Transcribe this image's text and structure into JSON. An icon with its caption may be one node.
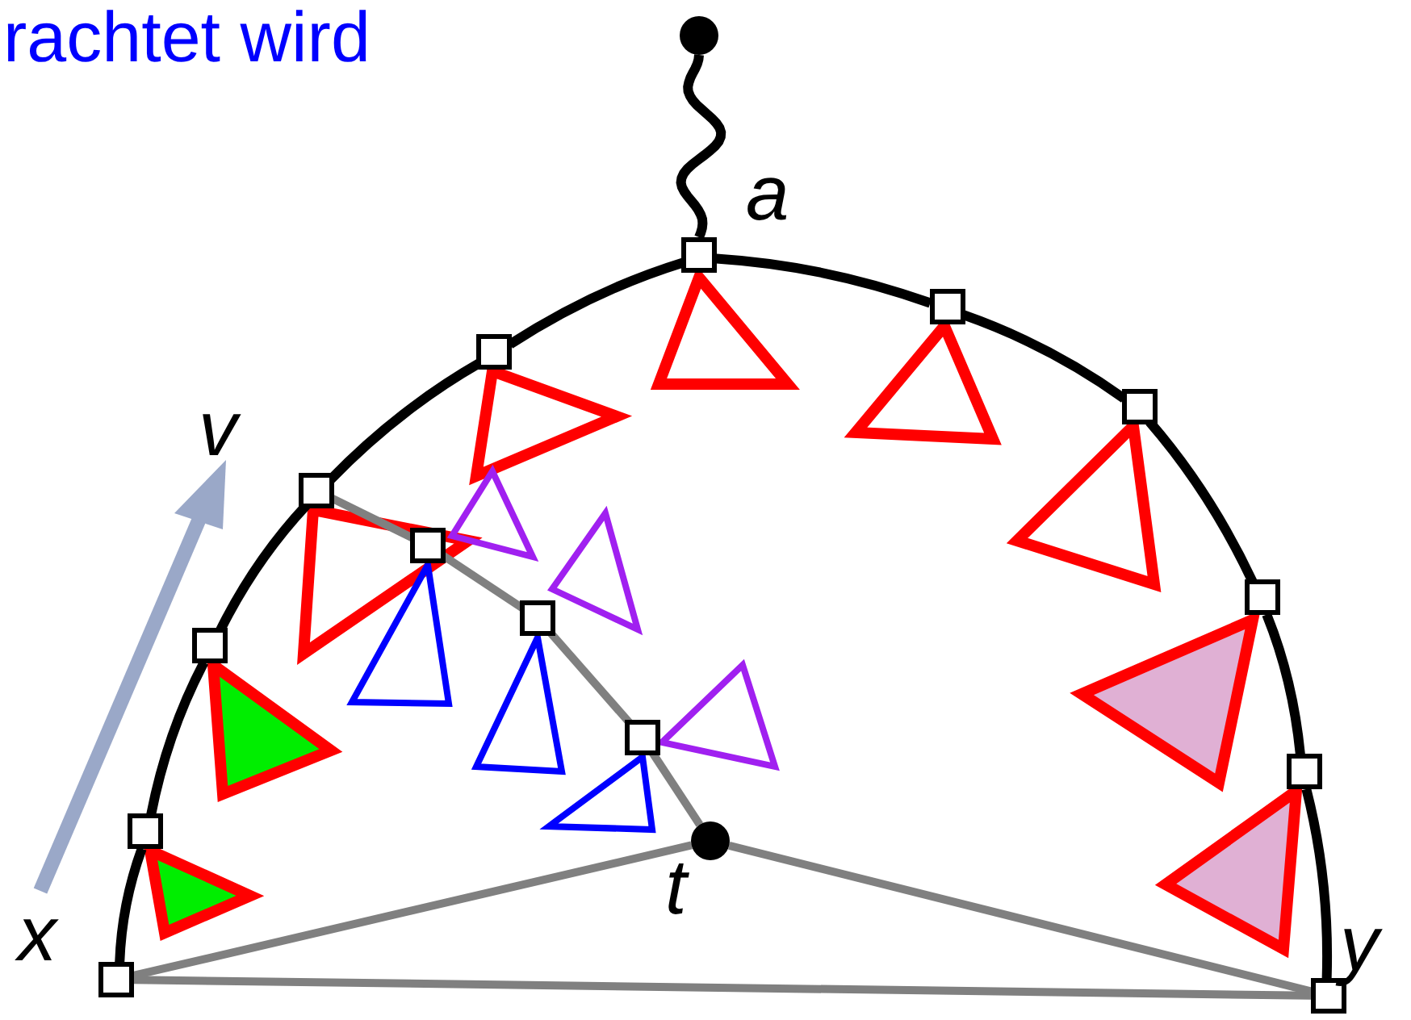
{
  "diagram": {
    "nodes": [
      {
        "text": [],
        "shape": "circle"
      },
      {
        "text": [],
        "shape": "box",
        "beside": [
          "a"
        ]
      },
      {
        "text": [],
        "shape": "box"
      },
      {
        "text": [],
        "shape": "box"
      },
      {
        "text": [],
        "shape": "box"
      },
      {
        "text": [],
        "shape": "box",
        "beside": [
          "v"
        ]
      },
      {
        "text": [],
        "shape": "box"
      },
      {
        "text": [],
        "shape": "box"
      },
      {
        "text": [],
        "shape": "box"
      },
      {
        "text": [],
        "shape": "box"
      },
      {
        "text": [],
        "shape": "box"
      },
      {
        "text": [],
        "shape": "box"
      },
      {
        "text": [],
        "shape": "box"
      },
      {
        "text": [],
        "shape": "circle",
        "beside": [
          "t"
        ]
      },
      {
        "text": [],
        "shape": "box",
        "beside": [
          "x"
        ]
      },
      {
        "text": [],
        "shape": "box",
        "beside": [
          "y"
        ]
      }
    ],
    "edges": [
      {
        "from": 0,
        "to": 1,
        "arrow": "none"
      },
      {
        "from": 14,
        "to": 12,
        "arrow": "none"
      },
      {
        "from": 12,
        "to": 9,
        "arrow": "none"
      },
      {
        "from": 9,
        "to": 5,
        "arrow": "none"
      },
      {
        "from": 5,
        "to": 2,
        "arrow": "none"
      },
      {
        "from": 2,
        "to": 1,
        "arrow": "none"
      },
      {
        "from": 1,
        "to": 3,
        "arrow": "none"
      },
      {
        "from": 3,
        "to": 4,
        "arrow": "none"
      },
      {
        "from": 4,
        "to": 7,
        "arrow": "none"
      },
      {
        "from": 7,
        "to": 11,
        "arrow": "none"
      },
      {
        "from": 11,
        "to": 15,
        "arrow": "none"
      },
      {
        "from": 5,
        "to": 6,
        "arrow": "none",
        "color": "#808080"
      },
      {
        "from": 6,
        "to": 8,
        "arrow": "none",
        "color": "#808080"
      },
      {
        "from": 8,
        "to": 10,
        "arrow": "none",
        "color": "#808080"
      },
      {
        "from": 10,
        "to": 13,
        "arrow": "none",
        "color": "#808080"
      },
      {
        "from": 13,
        "to": 14,
        "arrow": "none",
        "color": "#808080"
      },
      {
        "from": 13,
        "to": 15,
        "arrow": "none",
        "color": "#808080"
      },
      {
        "from": 14,
        "to": 15,
        "arrow": "none",
        "color": "#808080"
      }
    ],
    "labels": [
      "rachtet wird"
    ]
  }
}
